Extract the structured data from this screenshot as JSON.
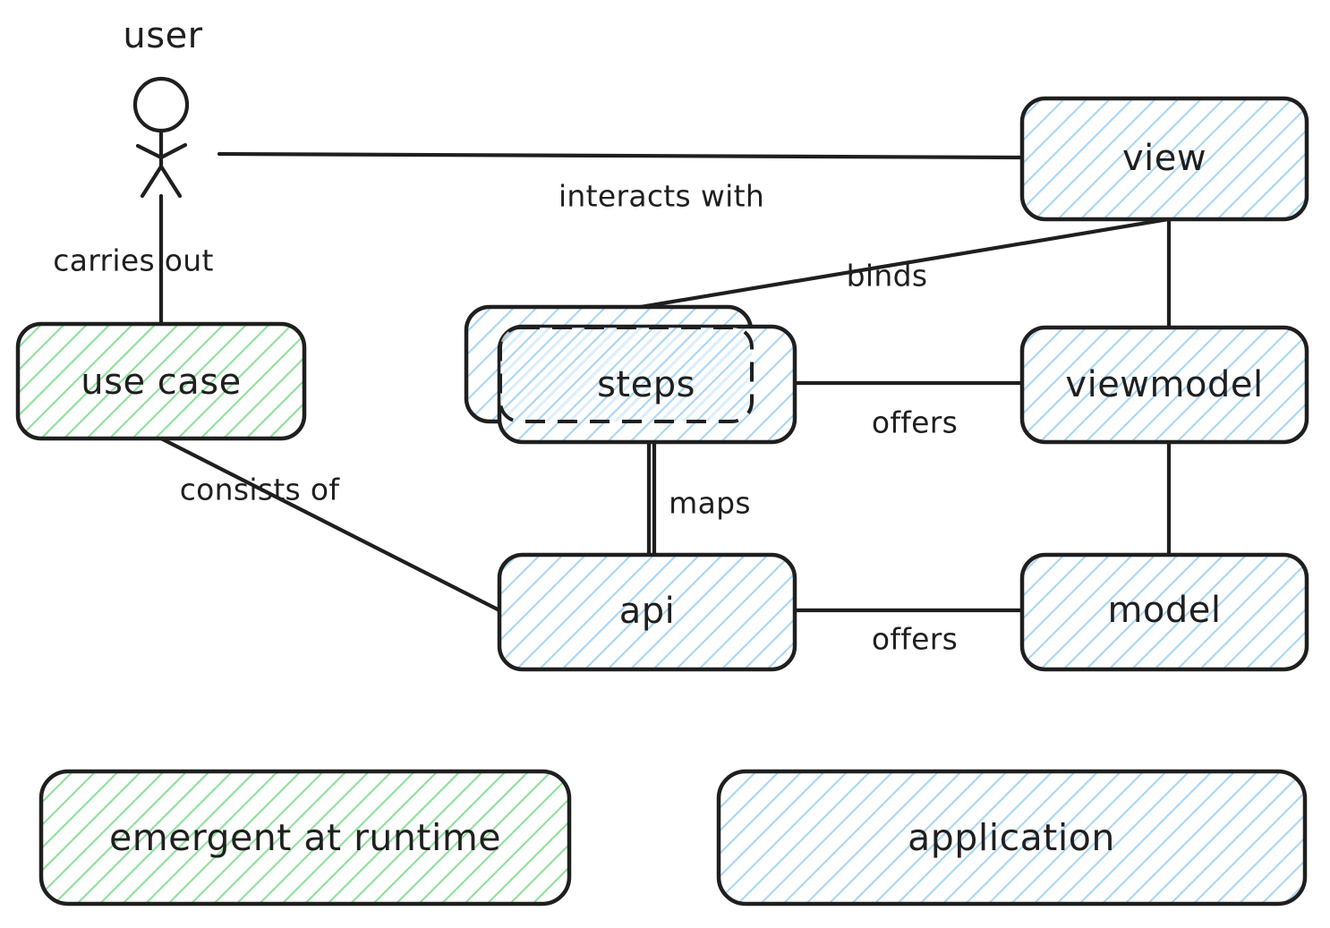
{
  "diagram": {
    "title": "Application architecture relationship diagram",
    "colors": {
      "stroke": "#1f1f1f",
      "background": "#ffffff",
      "green_hatch": "#8fe09a",
      "blue_hatch": "#a9d6f5",
      "blue_hatch_strong": "#9ccef2"
    },
    "actor": {
      "name": "user-actor",
      "label": "user"
    },
    "nodes": [
      {
        "id": "use-case",
        "label": "use case",
        "fill": "green"
      },
      {
        "id": "steps",
        "label": "steps",
        "fill": "blue"
      },
      {
        "id": "view",
        "label": "view",
        "fill": "blue"
      },
      {
        "id": "viewmodel",
        "label": "viewmodel",
        "fill": "blue"
      },
      {
        "id": "model",
        "label": "model",
        "fill": "blue"
      },
      {
        "id": "api",
        "label": "api",
        "fill": "blue"
      }
    ],
    "edges": [
      {
        "id": "user-view",
        "from": "user",
        "to": "view",
        "label": "interacts with"
      },
      {
        "id": "user-usecase",
        "from": "user",
        "to": "use case",
        "label": "carries out"
      },
      {
        "id": "usecase-api",
        "from": "use case",
        "to": "api",
        "label": "consists of"
      },
      {
        "id": "view-steps",
        "from": "view",
        "to": "steps",
        "label": "binds"
      },
      {
        "id": "steps-viewmodel",
        "from": "steps",
        "to": "viewmodel",
        "label": "offers"
      },
      {
        "id": "steps-api",
        "from": "steps",
        "to": "api",
        "label": "maps"
      },
      {
        "id": "api-model",
        "from": "api",
        "to": "model",
        "label": "offers"
      },
      {
        "id": "view-viewmodel",
        "from": "view",
        "to": "viewmodel",
        "label": ""
      },
      {
        "id": "viewmodel-model",
        "from": "viewmodel",
        "to": "model",
        "label": ""
      }
    ],
    "legend": [
      {
        "id": "legend-emergent",
        "label": "emergent at runtime",
        "fill": "green"
      },
      {
        "id": "legend-application",
        "label": "application",
        "fill": "blue"
      }
    ]
  }
}
